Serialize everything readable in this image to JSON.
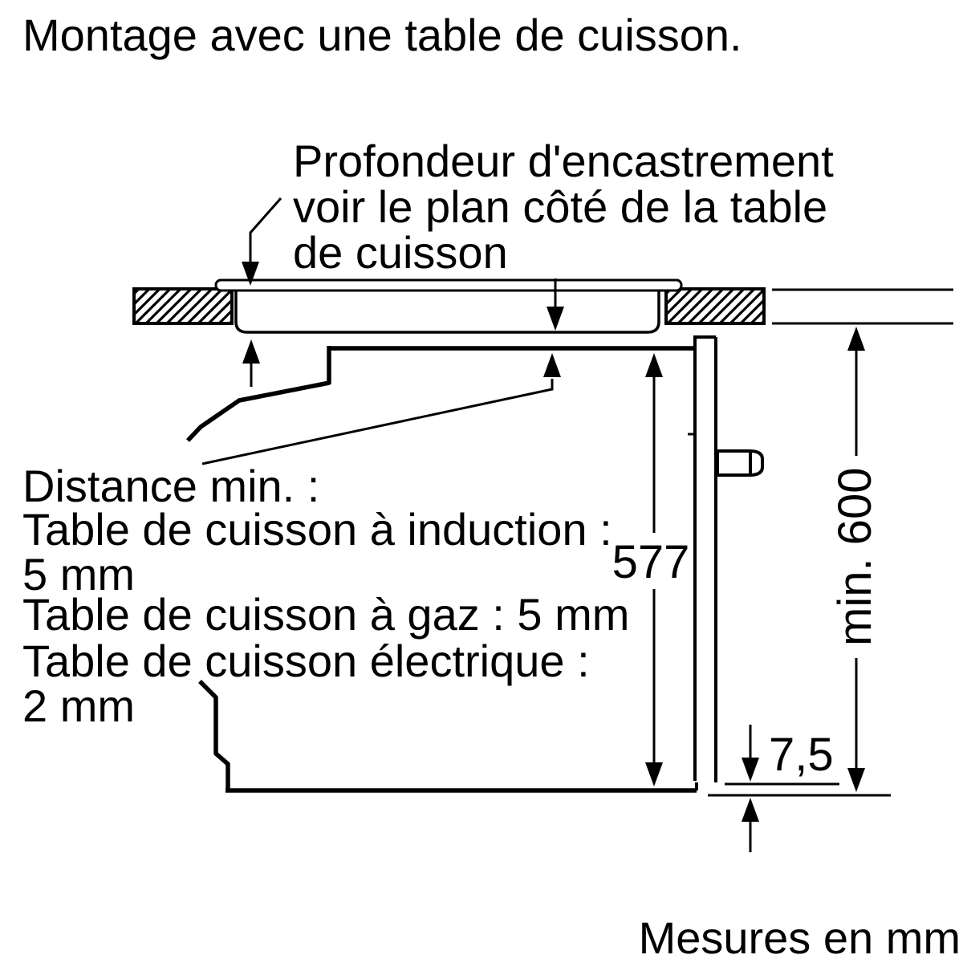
{
  "title": "Montage avec une table de cuisson.",
  "annotation": {
    "line1": "Profondeur d'encastrement",
    "line2": "voir le plan côté de la table",
    "line3": "de cuisson"
  },
  "notes": {
    "line1": "Distance min. :",
    "line2": "Table de cuisson à induction :",
    "line3": "5 mm",
    "line4": "Table de cuisson à gaz : 5 mm",
    "line5": "Table de cuisson électrique :",
    "line6": "2 mm"
  },
  "dimensions": {
    "niche_height": "577",
    "worktop_to_floor": "min. 600",
    "bottom_gap": "7,5"
  },
  "footer": "Mesures en mm",
  "colors": {
    "line": "#000000",
    "background": "#ffffff"
  }
}
